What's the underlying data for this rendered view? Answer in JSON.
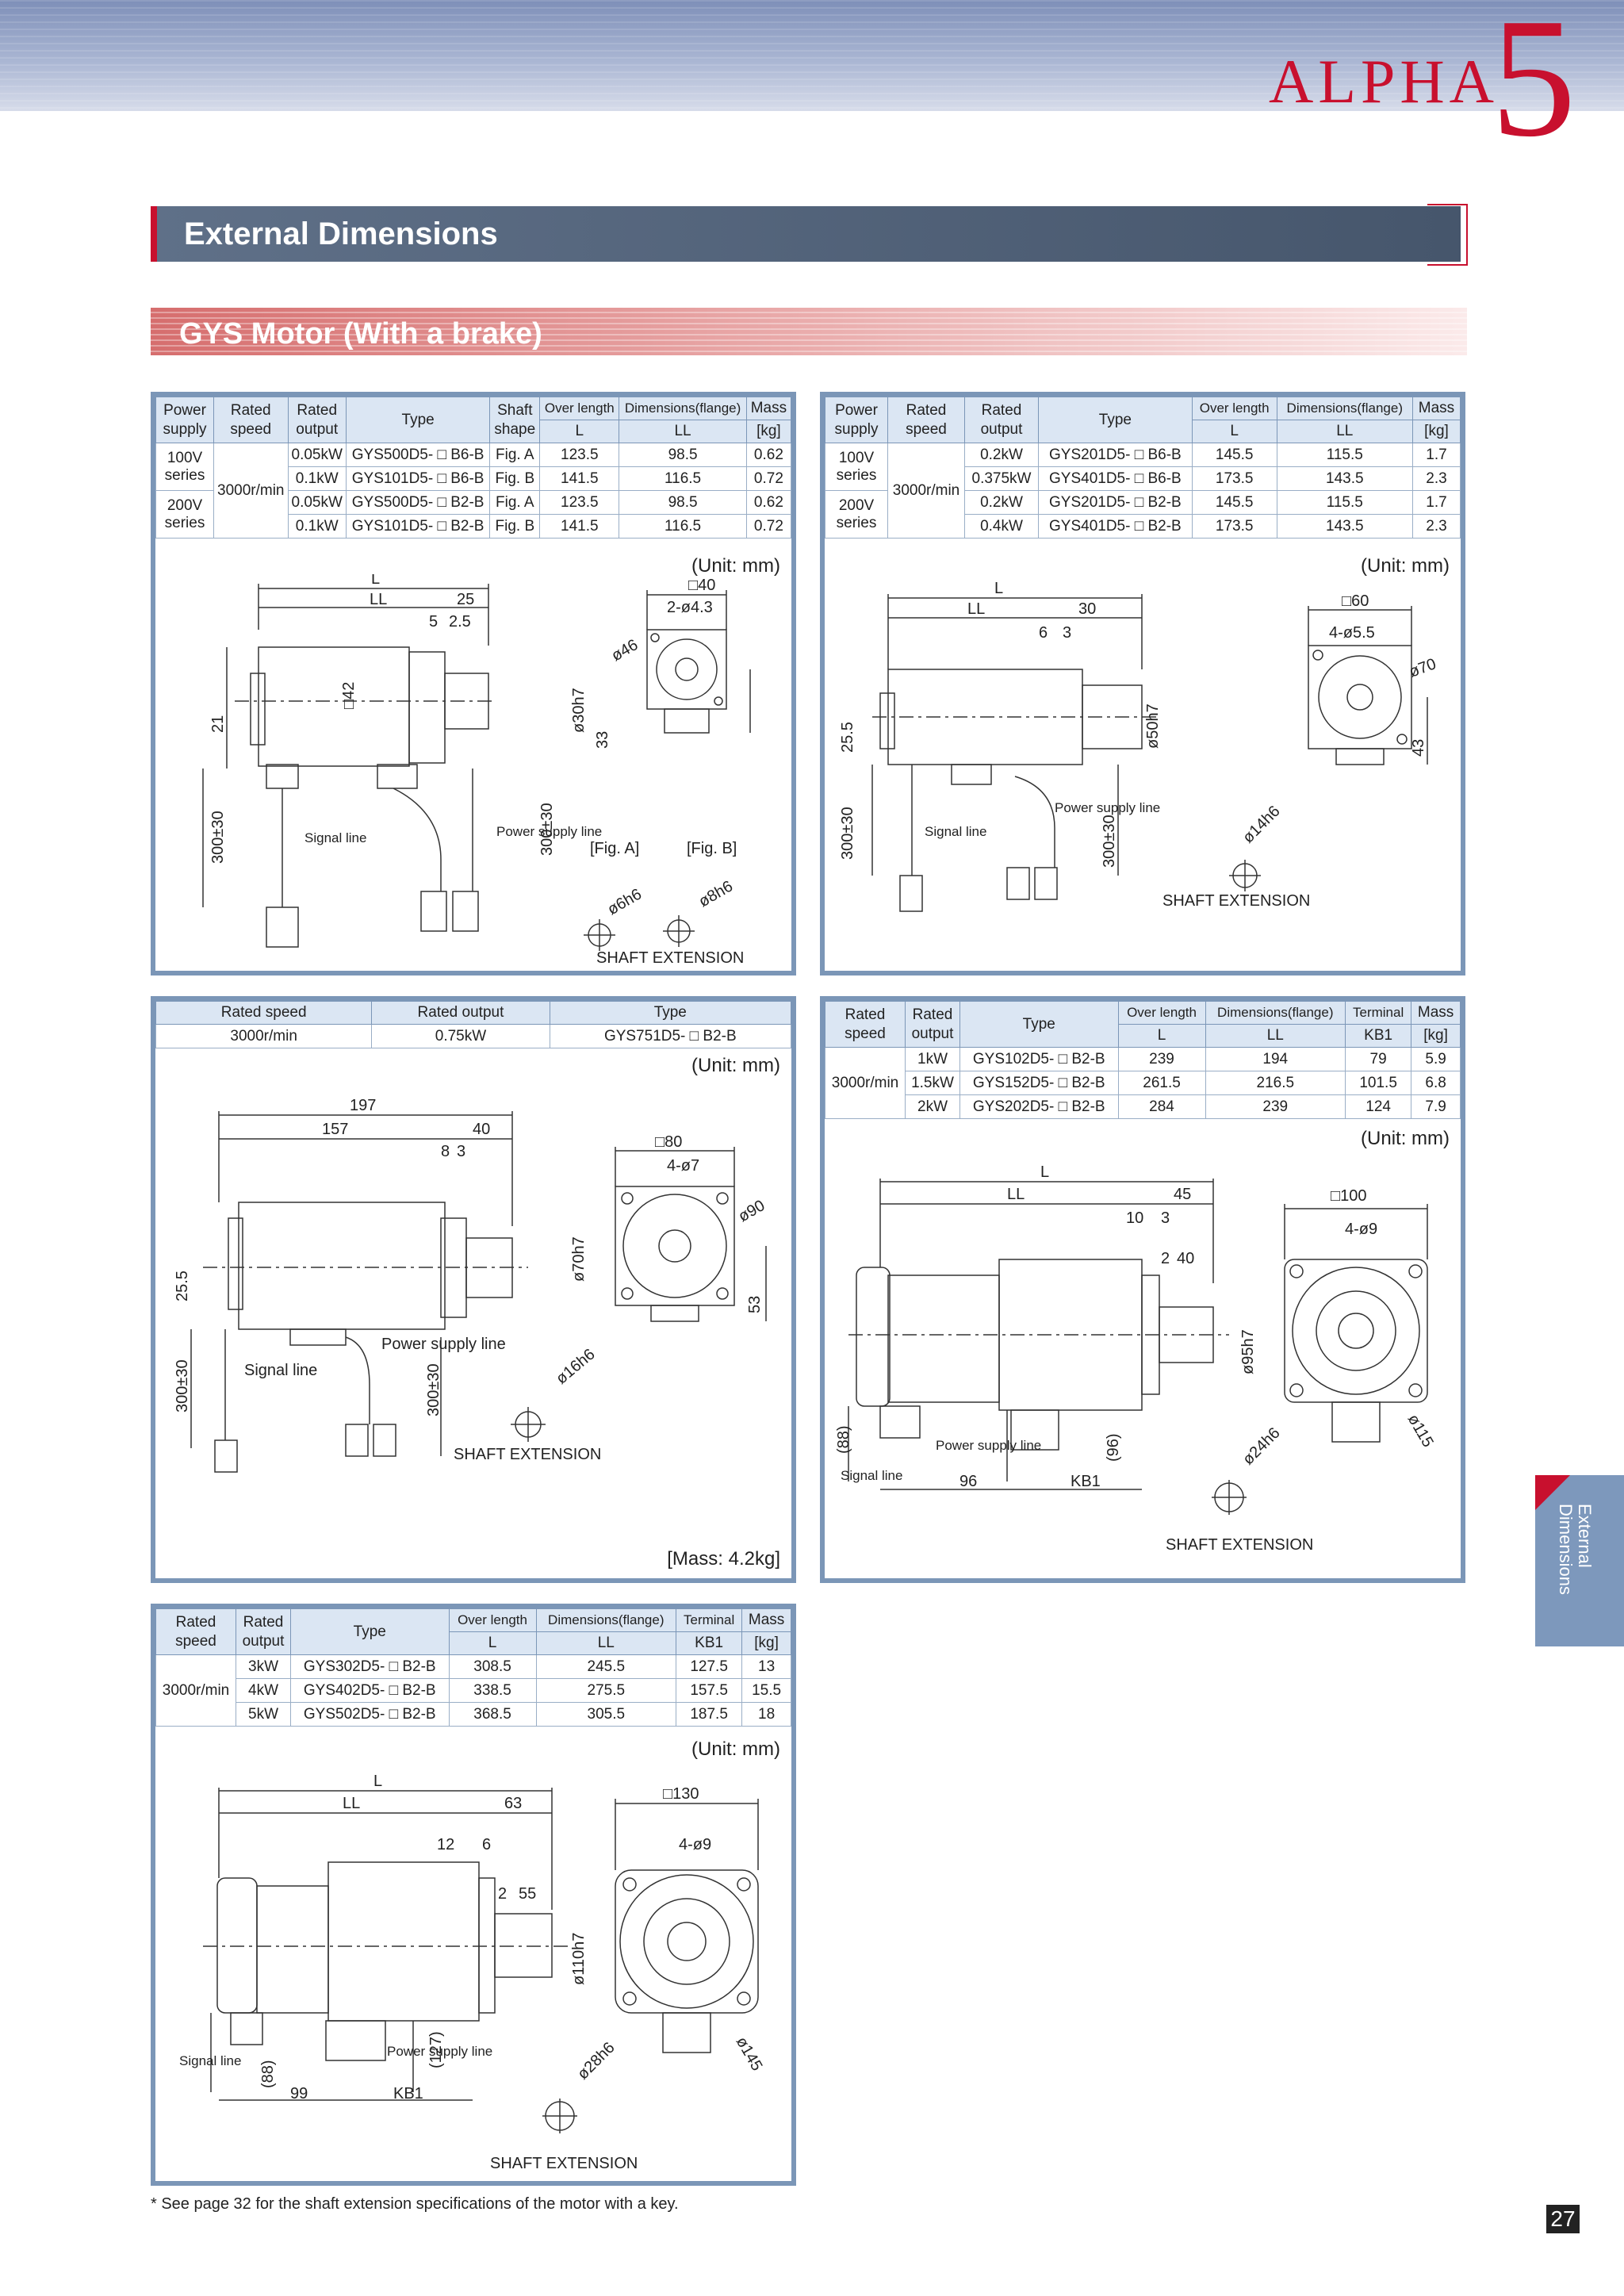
{
  "header": {
    "brand": "ALPHA",
    "brand_numeral": "5"
  },
  "section_title": "External Dimensions",
  "subsection_title": "GYS Motor (With a brake)",
  "unit_label": "(Unit: mm)",
  "panel1": {
    "headers": {
      "power_supply": "Power supply",
      "rated_speed": "Rated speed",
      "rated_output": "Rated output",
      "type": "Type",
      "shaft_shape": "Shaft shape",
      "over_length": "Over length",
      "dims_flange": "Dimensions(flange)",
      "mass": "Mass",
      "L": "L",
      "LL": "LL",
      "kg": "[kg]"
    },
    "supply_100": "100V series",
    "supply_200": "200V series",
    "speed": "3000r/min",
    "rows": [
      {
        "output": "0.05kW",
        "type": "GYS500D5- □ B6-B",
        "shape": "Fig. A",
        "L": "123.5",
        "LL": "98.5",
        "mass": "0.62"
      },
      {
        "output": "0.1kW",
        "type": "GYS101D5- □ B6-B",
        "shape": "Fig. B",
        "L": "141.5",
        "LL": "116.5",
        "mass": "0.72"
      },
      {
        "output": "0.05kW",
        "type": "GYS500D5- □ B2-B",
        "shape": "Fig. A",
        "L": "123.5",
        "LL": "98.5",
        "mass": "0.62"
      },
      {
        "output": "0.1kW",
        "type": "GYS101D5- □ B2-B",
        "shape": "Fig. B",
        "L": "141.5",
        "LL": "116.5",
        "mass": "0.72"
      }
    ],
    "drawing": {
      "L": "L",
      "LL": "LL",
      "d25": "25",
      "d5": "5",
      "d2_5": "2.5",
      "sq40": "□40",
      "holes": "2-ø4.3",
      "d46": "ø46",
      "d30h7": "ø30h7",
      "d33": "33",
      "d42": "□42",
      "d21": "21",
      "cable": "300±30",
      "signal": "Signal line",
      "power": "Power supply line",
      "figA": "[Fig. A]",
      "figB": "[Fig. B]",
      "shaftA": "ø6h6",
      "shaftB": "ø8h6",
      "shaft_ext": "SHAFT EXTENSION"
    }
  },
  "panel2": {
    "headers": {
      "power_supply": "Power supply",
      "rated_speed": "Rated speed",
      "rated_output": "Rated output",
      "type": "Type",
      "over_length": "Over length",
      "dims_flange": "Dimensions(flange)",
      "mass": "Mass",
      "L": "L",
      "LL": "LL",
      "kg": "[kg]"
    },
    "supply_100": "100V series",
    "supply_200": "200V series",
    "speed": "3000r/min",
    "rows": [
      {
        "output": "0.2kW",
        "type": "GYS201D5- □ B6-B",
        "L": "145.5",
        "LL": "115.5",
        "mass": "1.7"
      },
      {
        "output": "0.375kW",
        "type": "GYS401D5- □ B6-B",
        "L": "173.5",
        "LL": "143.5",
        "mass": "2.3"
      },
      {
        "output": "0.2kW",
        "type": "GYS201D5- □ B2-B",
        "L": "145.5",
        "LL": "115.5",
        "mass": "1.7"
      },
      {
        "output": "0.4kW",
        "type": "GYS401D5- □ B2-B",
        "L": "173.5",
        "LL": "143.5",
        "mass": "2.3"
      }
    ],
    "drawing": {
      "L": "L",
      "LL": "LL",
      "d30": "30",
      "d6": "6",
      "d3": "3",
      "sq60": "□60",
      "holes": "4-ø5.5",
      "d70": "ø70",
      "d50h7": "ø50h7",
      "d43": "43",
      "d25_5": "25.5",
      "cable": "300±30",
      "signal": "Signal line",
      "power": "Power supply line",
      "shaft": "ø14h6",
      "shaft_ext": "SHAFT EXTENSION"
    }
  },
  "panel3": {
    "headers": {
      "rated_speed": "Rated speed",
      "rated_output": "Rated output",
      "type": "Type"
    },
    "row": {
      "speed": "3000r/min",
      "output": "0.75kW",
      "type": "GYS751D5- □ B2-B"
    },
    "drawing": {
      "d197": "197",
      "d157": "157",
      "d40": "40",
      "d8": "8",
      "d3": "3",
      "sq80": "□80",
      "holes": "4-ø7",
      "d90": "ø90",
      "d70h7": "ø70h7",
      "d53": "53",
      "d25_5": "25.5",
      "cable": "300±30",
      "signal": "Signal line",
      "power": "Power supply line",
      "shaft": "ø16h6",
      "shaft_ext": "SHAFT EXTENSION"
    },
    "mass_note": "[Mass: 4.2kg]"
  },
  "panel4": {
    "headers": {
      "rated_speed": "Rated speed",
      "rated_output": "Rated output",
      "type": "Type",
      "over_length": "Over length",
      "dims_flange": "Dimensions(flange)",
      "terminal": "Terminal",
      "mass": "Mass",
      "L": "L",
      "LL": "LL",
      "KB1": "KB1",
      "kg": "[kg]"
    },
    "speed": "3000r/min",
    "rows": [
      {
        "output": "1kW",
        "type": "GYS102D5- □ B2-B",
        "L": "239",
        "LL": "194",
        "KB1": "79",
        "mass": "5.9"
      },
      {
        "output": "1.5kW",
        "type": "GYS152D5- □ B2-B",
        "L": "261.5",
        "LL": "216.5",
        "KB1": "101.5",
        "mass": "6.8"
      },
      {
        "output": "2kW",
        "type": "GYS202D5- □ B2-B",
        "L": "284",
        "LL": "239",
        "KB1": "124",
        "mass": "7.9"
      }
    ],
    "drawing": {
      "L": "L",
      "LL": "LL",
      "d45": "45",
      "d10": "10",
      "d3": "3",
      "d2": "2",
      "d40": "40",
      "sq100": "□100",
      "holes": "4-ø9",
      "d95h7": "ø95h7",
      "d115": "ø115",
      "d88": "(88)",
      "d96p": "(96)",
      "d96": "96",
      "KB1": "KB1",
      "signal": "Signal line",
      "power": "Power supply line",
      "shaft": "ø24h6",
      "shaft_ext": "SHAFT EXTENSION"
    }
  },
  "panel5": {
    "headers": {
      "rated_speed": "Rated speed",
      "rated_output": "Rated output",
      "type": "Type",
      "over_length": "Over length",
      "dims_flange": "Dimensions(flange)",
      "terminal": "Terminal",
      "mass": "Mass",
      "L": "L",
      "LL": "LL",
      "KB1": "KB1",
      "kg": "[kg]"
    },
    "speed": "3000r/min",
    "rows": [
      {
        "output": "3kW",
        "type": "GYS302D5- □ B2-B",
        "L": "308.5",
        "LL": "245.5",
        "KB1": "127.5",
        "mass": "13"
      },
      {
        "output": "4kW",
        "type": "GYS402D5- □ B2-B",
        "L": "338.5",
        "LL": "275.5",
        "KB1": "157.5",
        "mass": "15.5"
      },
      {
        "output": "5kW",
        "type": "GYS502D5- □ B2-B",
        "L": "368.5",
        "LL": "305.5",
        "KB1": "187.5",
        "mass": "18"
      }
    ],
    "drawing": {
      "L": "L",
      "LL": "LL",
      "d63": "63",
      "d12": "12",
      "d6": "6",
      "d2": "2",
      "d55": "55",
      "sq130": "□130",
      "holes": "4-ø9",
      "d110h7": "ø110h7",
      "d145": "ø145",
      "d88": "(88)",
      "d127": "(127)",
      "d99": "99",
      "KB1": "KB1",
      "signal": "Signal line",
      "power": "Power supply line",
      "shaft": "ø28h6",
      "shaft_ext": "SHAFT EXTENSION"
    }
  },
  "side_tab": "External Dimensions",
  "footnote": "* See page 32 for the shaft extension specifications of the motor with a key.",
  "page_number": "27"
}
